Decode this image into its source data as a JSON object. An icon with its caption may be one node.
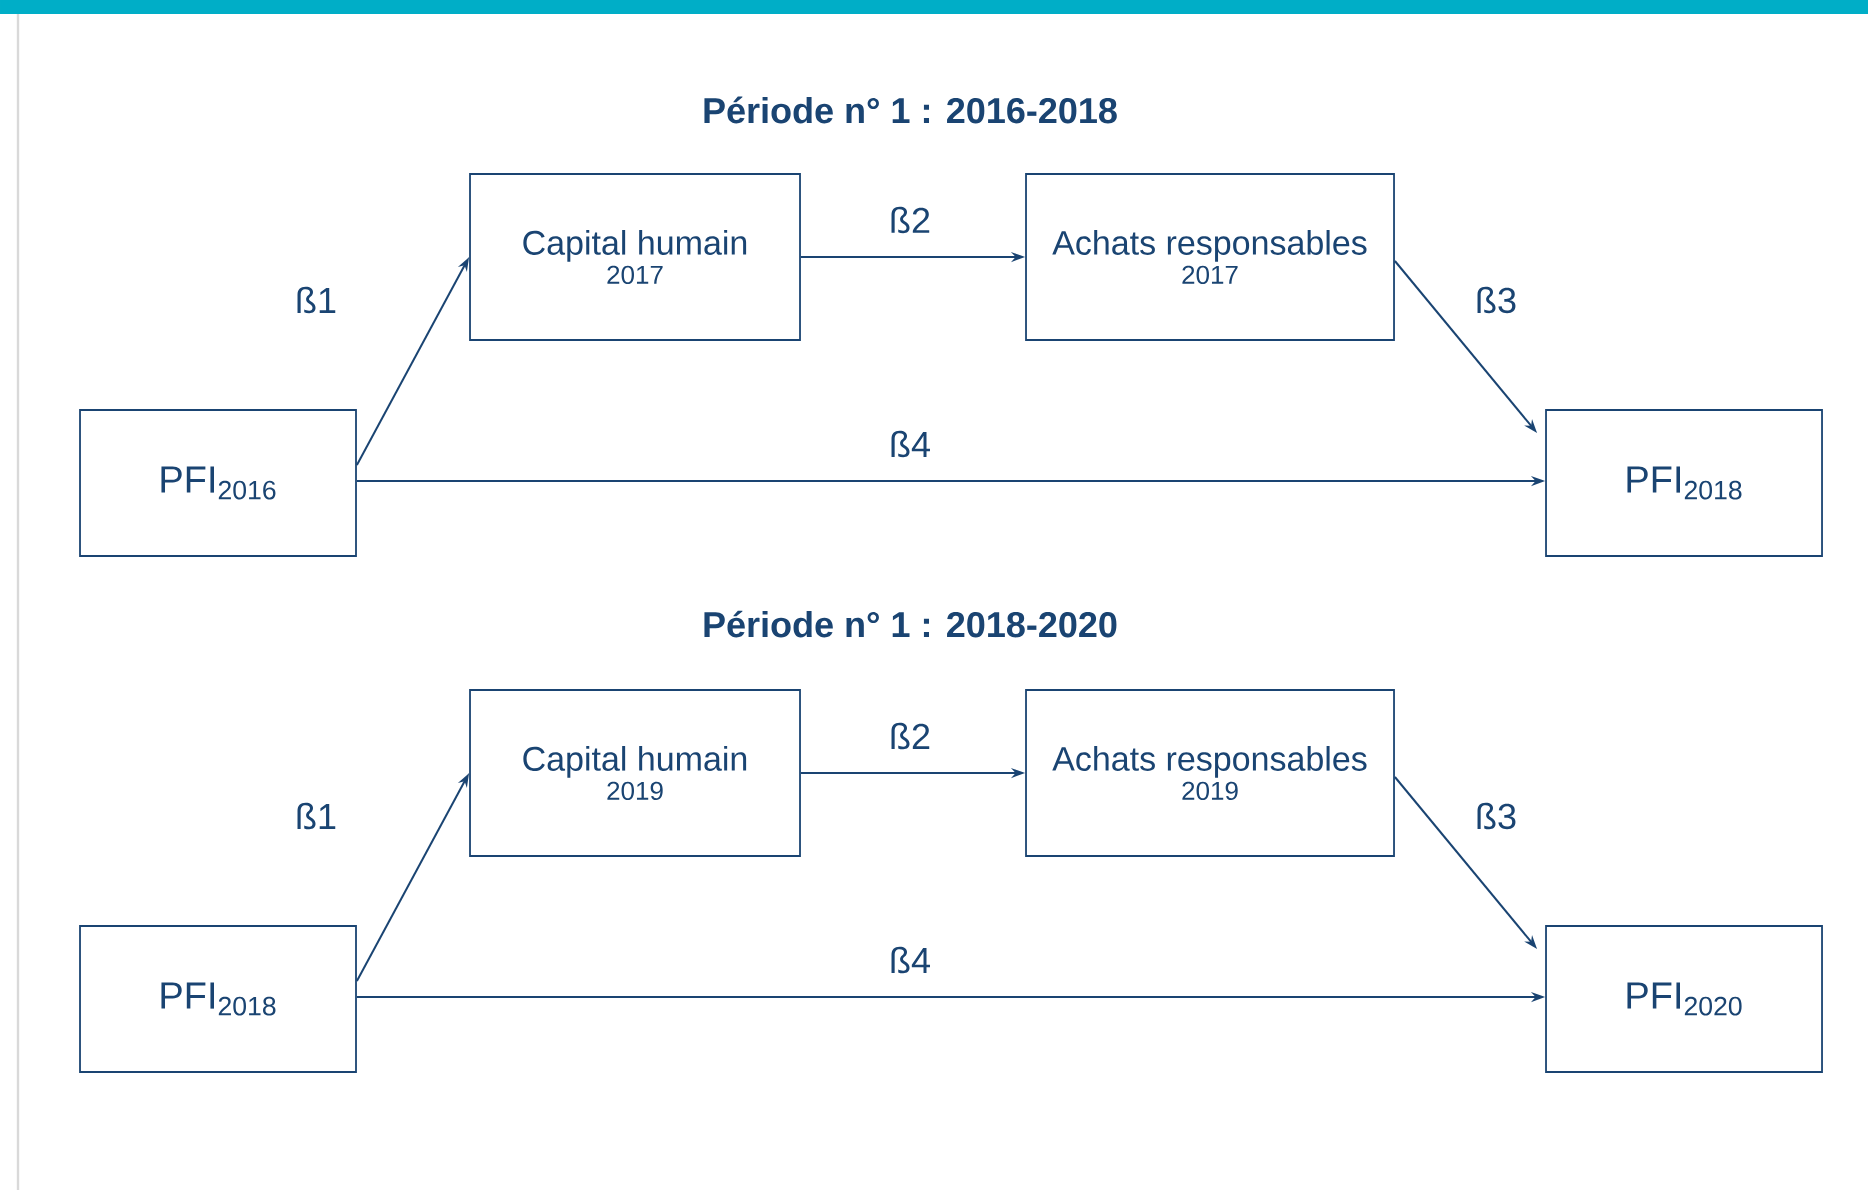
{
  "diagram": {
    "nodes": [
      {
        "text": [
          "PFI$_{2016}$"
        ]
      },
      {
        "text": [
          "Capital humain",
          "2017"
        ]
      },
      {
        "text": [
          "Achats responsables",
          "2017"
        ]
      },
      {
        "text": [
          "PFI$_{2018}$"
        ]
      },
      {
        "text": [
          "PFI$_{2018}$"
        ]
      },
      {
        "text": [
          "Capital humain",
          "2019"
        ]
      },
      {
        "text": [
          "Achats responsables",
          "2019"
        ]
      },
      {
        "text": [
          "PFI$_{2020}$"
        ]
      }
    ],
    "edges": [
      {
        "from": 0,
        "to": 1,
        "arrow": "to",
        "label": "ß1"
      },
      {
        "from": 1,
        "to": 2,
        "arrow": "to",
        "label": "ß2"
      },
      {
        "from": 2,
        "to": 3,
        "arrow": "to",
        "label": "ß3"
      },
      {
        "from": 0,
        "to": 3,
        "arrow": "to",
        "label": "ß4"
      },
      {
        "from": 4,
        "to": 5,
        "arrow": "to",
        "label": "ß1"
      },
      {
        "from": 5,
        "to": 6,
        "arrow": "to",
        "label": "ß2"
      },
      {
        "from": 6,
        "to": 7,
        "arrow": "to",
        "label": "ß3"
      },
      {
        "from": 4,
        "to": 7,
        "arrow": "to",
        "label": "ß4"
      }
    ],
    "labels": [
      "Période n° 1 : 2016-2018",
      "Période n° 1 : 2018-2020"
    ]
  }
}
